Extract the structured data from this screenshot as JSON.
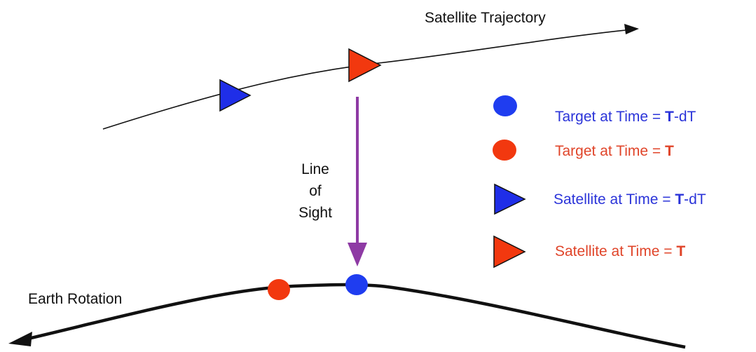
{
  "labels": {
    "satellite_trajectory": "Satellite Trajectory",
    "earth_rotation": "Earth Rotation",
    "line_of_sight": [
      "Line",
      "of",
      "Sight"
    ]
  },
  "legend": [
    {
      "marker": "circle",
      "color": "#1f3df0",
      "prefix": "Target at Time = ",
      "emph": "T",
      "suffix": "-dT"
    },
    {
      "marker": "circle",
      "color": "#f2380f",
      "prefix": "Target at Time = ",
      "emph": "T",
      "suffix": ""
    },
    {
      "marker": "triangle",
      "color": "#1f2ee8",
      "prefix": "Satellite at Time = ",
      "emph": "T",
      "suffix": "-dT"
    },
    {
      "marker": "triangle",
      "color": "#f2380f",
      "prefix": "Satellite at Time = ",
      "emph": "T",
      "suffix": ""
    }
  ],
  "colors": {
    "blue_marker": "#1f2ee8",
    "red_marker": "#f2380f",
    "sight_arrow": "#8e3aa4",
    "blue_text": "#2b34d9",
    "red_text": "#e0452a",
    "outline": "#111111"
  }
}
